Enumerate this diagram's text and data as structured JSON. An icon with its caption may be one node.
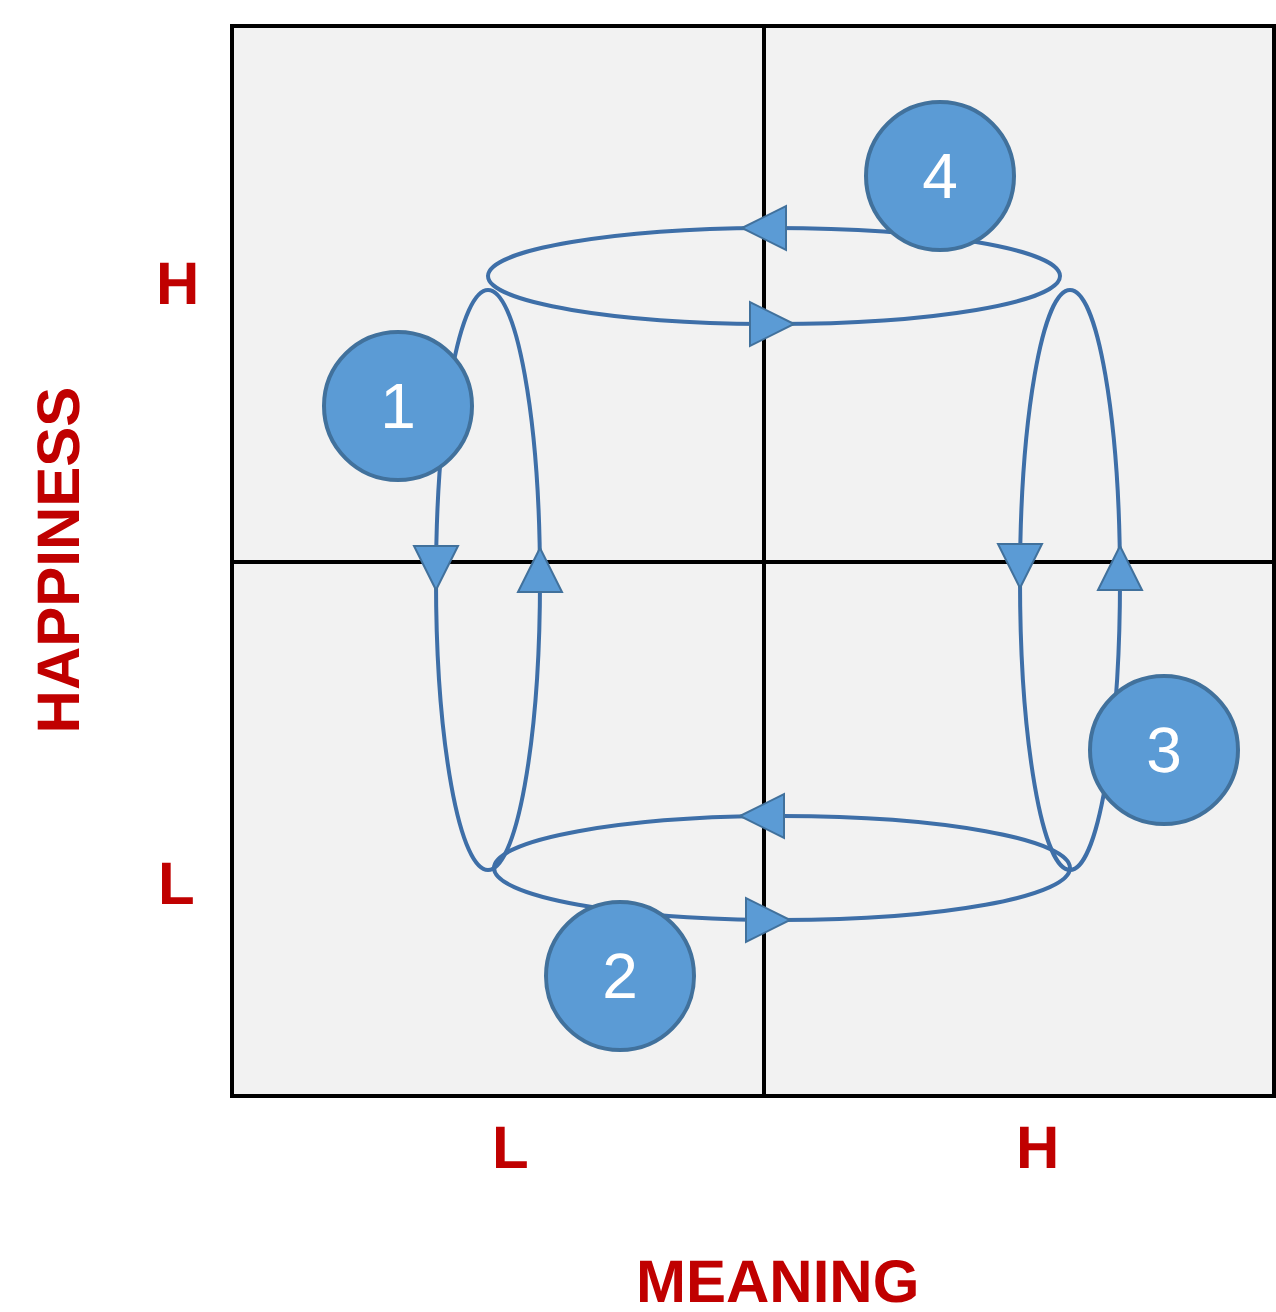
{
  "diagram": {
    "nodes": [
      {
        "text": [
          "1"
        ]
      },
      {
        "text": [
          "2"
        ]
      },
      {
        "text": [
          "3"
        ]
      },
      {
        "text": [
          "4"
        ]
      }
    ],
    "labels": [
      "H",
      "L",
      "HAPPINESS",
      "L",
      "H",
      "MEANING"
    ]
  }
}
